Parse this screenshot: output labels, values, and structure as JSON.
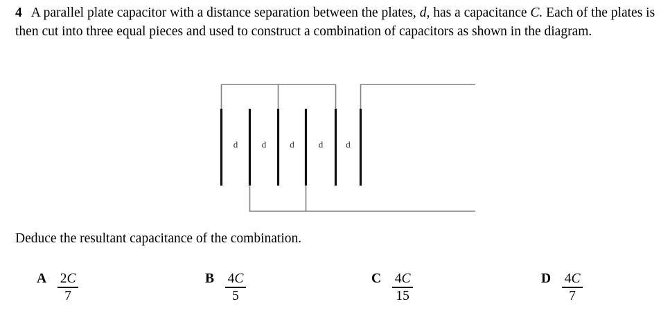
{
  "question": {
    "number": "4",
    "line1_part1": "A parallel plate capacitor with a distance separation between the plates, ",
    "line1_sym": "d,",
    "line1_part2": " has a capacitance ",
    "line1_sym2": "C.",
    "line1_part3": "  Each of the plates is then cut into three equal pieces and used to construct a combination of capacitors as shown in the diagram."
  },
  "diagram": {
    "gap_labels": [
      "d",
      "d",
      "d",
      "d",
      "d"
    ],
    "plate_count": 6,
    "wire_color": "#808080",
    "plate_color": "#111111"
  },
  "instruction": {
    "text": "Deduce the resultant capacitance of the combination."
  },
  "options": [
    {
      "letter": "A",
      "numerator_value": "2",
      "numerator_symbol": "C",
      "denominator": "7"
    },
    {
      "letter": "B",
      "numerator_value": "4",
      "numerator_symbol": "C",
      "denominator": "5"
    },
    {
      "letter": "C",
      "numerator_value": "4",
      "numerator_symbol": "C",
      "denominator": "15"
    },
    {
      "letter": "D",
      "numerator_value": "4",
      "numerator_symbol": "C",
      "denominator": "7"
    }
  ]
}
